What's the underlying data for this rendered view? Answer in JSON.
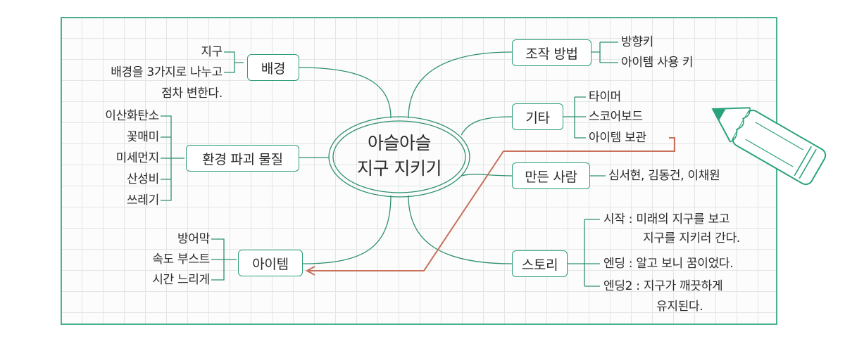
{
  "center": {
    "line1": "아슬아슬",
    "line2": "지구 지키기"
  },
  "nodes": {
    "background": {
      "label": "배경",
      "items": [
        "지구",
        "배경을 3가지로 나누고",
        "점차 변한다."
      ]
    },
    "pollutants": {
      "label": "환경 파괴 물질",
      "items": [
        "이산화탄소",
        "꽃매미",
        "미세먼지",
        "산성비",
        "쓰레기"
      ]
    },
    "items": {
      "label": "아이템",
      "items": [
        "방어막",
        "속도 부스트",
        "시간 느리게"
      ]
    },
    "controls": {
      "label": "조작 방법",
      "items": [
        "방향키",
        "아이템 사용 키"
      ]
    },
    "etc": {
      "label": "기타",
      "items": [
        "타이머",
        "스코어보드",
        "아이템 보관"
      ]
    },
    "makers": {
      "label": "만든 사람",
      "items": [
        "심서현, 김동건, 이채원"
      ]
    },
    "story": {
      "label": "스토리",
      "items": [
        "시작 : 미래의 지구를 보고",
        "지구를 지키러 간다.",
        "엔딩 : 알고 보니 꿈이었다.",
        "엔딩2 : 지구가 깨끗하게",
        "유지된다."
      ]
    }
  },
  "colors": {
    "border": "#4bb08f",
    "node": "#2f9e7d",
    "arrow": "#c8705a",
    "pencil": "#2aa27e"
  }
}
